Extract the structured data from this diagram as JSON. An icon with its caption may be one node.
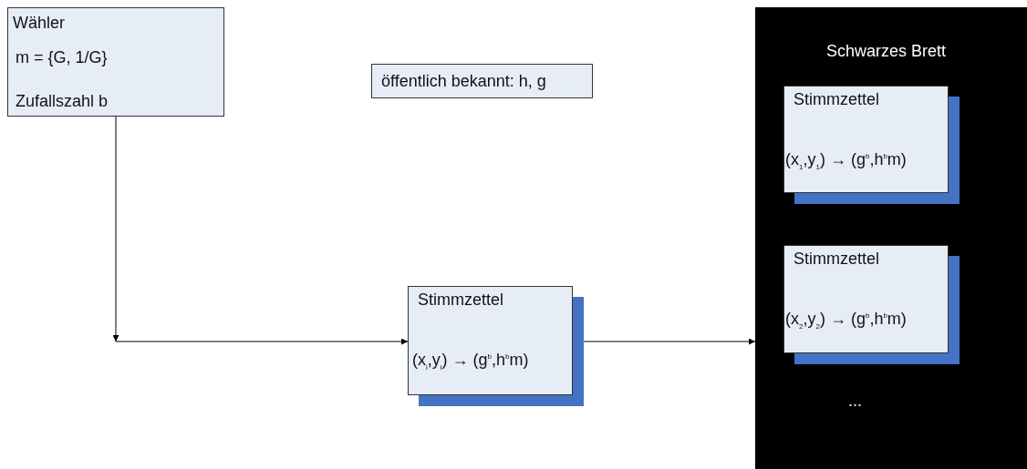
{
  "diagram": {
    "nodes": [
      {
        "text": [
          "Wähler",
          "m = {G, 1/G}",
          "Zufallszahl b"
        ]
      },
      {
        "text": [
          "öffentlich bekannt: h, g"
        ]
      },
      {
        "text": [
          "Stimmzettel",
          "(x$_{i}$,y$_{i}$)  →  (g$^{b}$,h$^{b}$m)"
        ]
      },
      {
        "text": [
          "Schwarzes Brett"
        ]
      },
      {
        "text": [
          "Stimmzettel",
          "(x$_{1}$,y$_{1}$)  →  (g$^{b}$,h$^{b}$m)"
        ],
        "in": 3
      },
      {
        "text": [
          "Stimmzettel",
          "(x$_{2}$,y$_{2}$)  →  (g$^{b}$,h$^{b}$m)"
        ],
        "in": 3
      }
    ],
    "edges": [
      {
        "from": 0,
        "to": 2,
        "arrow": "to"
      },
      {
        "from": 2,
        "to": 3,
        "arrow": "to"
      }
    ],
    "labels": [
      "..."
    ]
  }
}
